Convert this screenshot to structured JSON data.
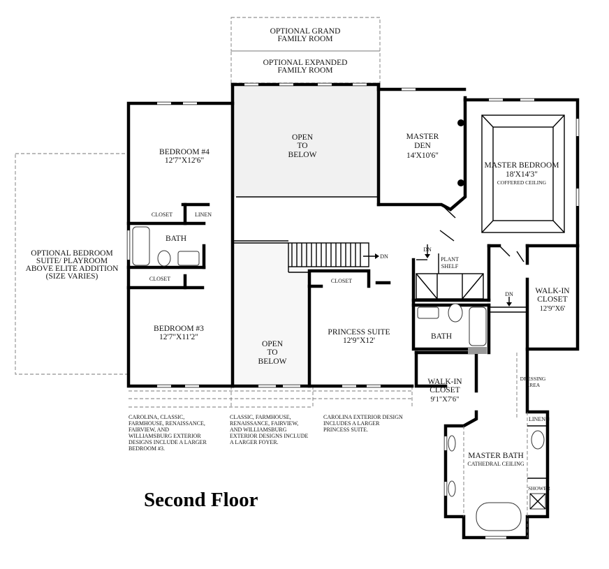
{
  "title": "Second Floor",
  "rooms": {
    "optional_grand": [
      "OPTIONAL GRAND",
      "FAMILY ROOM"
    ],
    "optional_expanded": [
      "OPTIONAL EXPANDED",
      "FAMILY ROOM"
    ],
    "optional_bedroom": [
      "OPTIONAL BEDROOM",
      "SUITE/ PLAYROOM",
      "ABOVE ELITE ADDITION",
      "(SIZE VARIES)"
    ],
    "bedroom4": {
      "name": "BEDROOM #4",
      "size": "12'7\"X12'6\""
    },
    "bedroom3": {
      "name": "BEDROOM #3",
      "size": "12'7\"X11'2\""
    },
    "open_top": [
      "OPEN",
      "TO",
      "BELOW"
    ],
    "open_bottom": [
      "OPEN",
      "TO",
      "BELOW"
    ],
    "master_den": {
      "name1": "MASTER",
      "name2": "DEN",
      "size": "14'X10'6\""
    },
    "master_bedroom": {
      "name": "MASTER BEDROOM",
      "size": "18'X14'3\"",
      "ceiling": "COFFERED CEILING"
    },
    "princess_suite": {
      "name": "PRINCESS SUITE",
      "size": "12'9\"X12'"
    },
    "walkin_right": {
      "name1": "WALK-IN",
      "name2": "CLOSET",
      "size": "12'9\"X6'"
    },
    "walkin_left": {
      "name1": "WALK-IN",
      "name2": "CLOSET",
      "size": "9'1\"X7'6\""
    },
    "master_bath": {
      "name": "MASTER BATH",
      "ceiling": "CATHEDRAL CEILING"
    },
    "bath_left": "BATH",
    "bath_right": "BATH",
    "closet": "CLOSET",
    "linen": "LINEN",
    "plant_shelf": [
      "PLANT",
      "SHELF"
    ],
    "dressing_area": [
      "DRESSING",
      "AREA"
    ],
    "shower": "SHOWER",
    "dn": "DN"
  },
  "notes": {
    "note1": [
      "CAROLINA, CLASSIC,",
      "FARMHOUSE, RENAISSANCE,",
      "FAIRVIEW, AND",
      "WILLIAMSBURG EXTERIOR",
      "DESIGNS INCLUDE A LARGER",
      "BEDROOM #3."
    ],
    "note2": [
      "CLASSIC, FARMHOUSE,",
      "RENAISSANCE, FAIRVIEW,",
      "AND WILLIAMSBURG",
      "EXTERIOR DESIGNS INCLUDE",
      "A LARGER FOYER."
    ],
    "note3": [
      "CAROLINA EXTERIOR DESIGN",
      "INCLUDES A LARGER",
      "PRINCESS SUITE."
    ]
  }
}
